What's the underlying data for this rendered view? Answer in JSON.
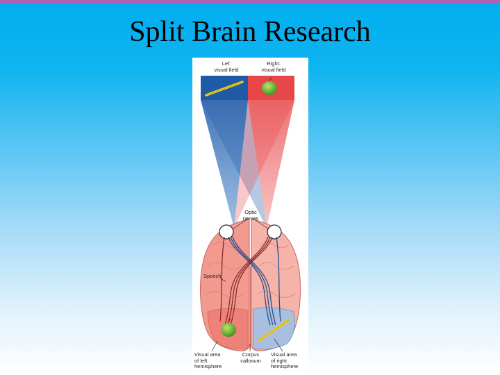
{
  "slide": {
    "title": "Split Brain Research",
    "accent_color": "#b063b4",
    "background_top": "#00aeef"
  },
  "figure": {
    "labels": {
      "left_visual_field": "Lef:\nvisual field",
      "right_visual_field": "Right:\nvisual field",
      "optic_nerves": "Optic\nnerves",
      "speech": "Speech",
      "visual_area_left": "Visual area\nof left\nhemisphere",
      "corpus_callosum": "Corpus\ncallosum",
      "visual_area_right": "Visual area\nof right\nhemisphere"
    },
    "objects": {
      "left_field_object": "pencil-icon",
      "right_field_object": "apple-icon"
    },
    "colors": {
      "left_field": "#1f5aa6",
      "right_field": "#e8474a",
      "left_hemisphere": "#f39a90",
      "right_hemisphere": "#f5b3a9",
      "visual_area_right_fill": "#a9bfe0"
    }
  }
}
